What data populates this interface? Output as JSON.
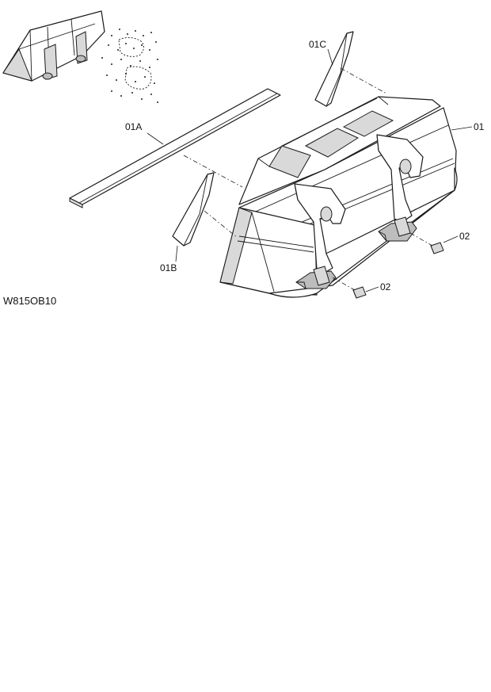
{
  "labels": {
    "bucket": "01",
    "cutting_edge": "01A",
    "side_cutter_left": "01B",
    "side_cutter_right": "01C",
    "tooth_cap_right": "02",
    "tooth_cap_left": "02"
  },
  "figure_code": "W815OB10"
}
